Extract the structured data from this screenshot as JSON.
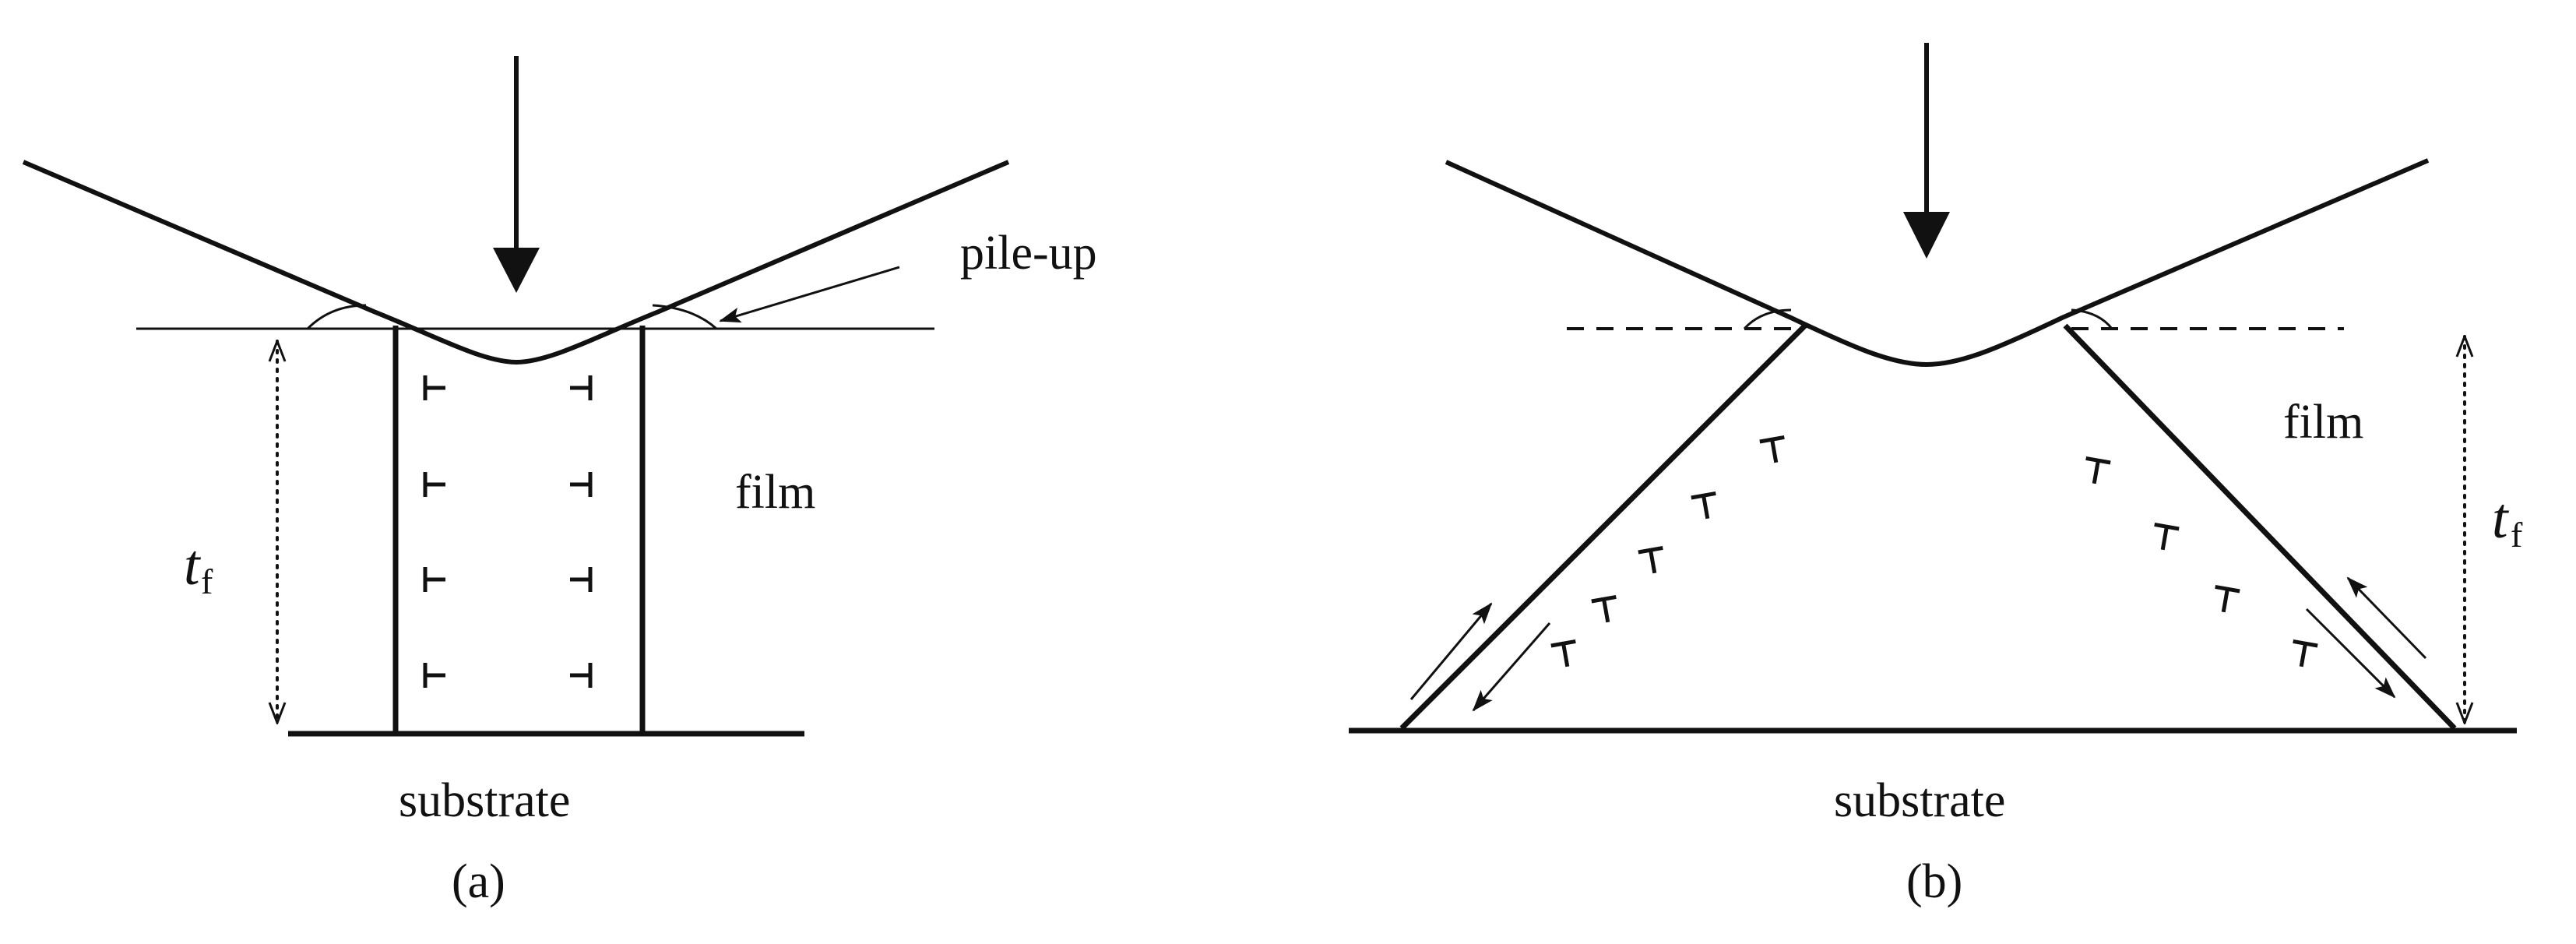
{
  "panels": [
    {
      "id": "a",
      "caption": "(a)",
      "labels": {
        "pile_up": "pile-up",
        "film": "film",
        "substrate": "substrate",
        "thickness_symbol": "t",
        "thickness_subscript": "f"
      }
    },
    {
      "id": "b",
      "caption": "(b)",
      "labels": {
        "film": "film",
        "substrate": "substrate",
        "thickness_symbol": "t",
        "thickness_subscript": "f"
      }
    }
  ],
  "colors": {
    "ink": "#111111",
    "background": "#ffffff"
  },
  "icons": {
    "dislocation_symbol": "dislocation-tee-icon",
    "load_direction": "down-arrow-icon"
  }
}
